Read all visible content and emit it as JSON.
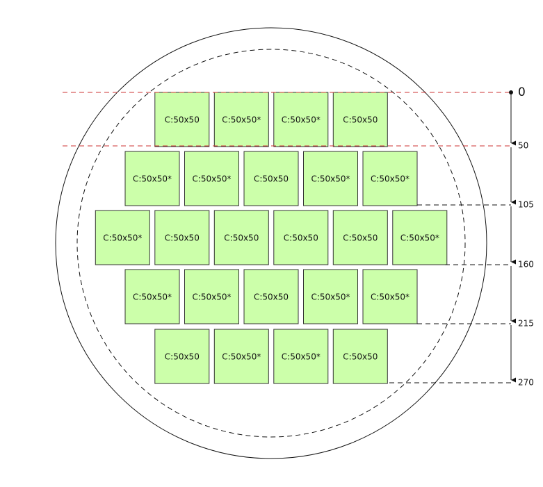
{
  "diagram": {
    "rows": [
      {
        "cells": [
          "C:50x50",
          "C:50x50*",
          "C:50x50*",
          "C:50x50"
        ]
      },
      {
        "cells": [
          "C:50x50*",
          "C:50x50*",
          "C:50x50",
          "C:50x50*",
          "C:50x50*"
        ]
      },
      {
        "cells": [
          "C:50x50*",
          "C:50x50",
          "C:50x50",
          "C:50x50",
          "C:50x50",
          "C:50x50*"
        ]
      },
      {
        "cells": [
          "C:50x50*",
          "C:50x50*",
          "C:50x50",
          "C:50x50*",
          "C:50x50*"
        ]
      },
      {
        "cells": [
          "C:50x50",
          "C:50x50*",
          "C:50x50*",
          "C:50x50"
        ]
      }
    ],
    "scale_marks": [
      "0",
      "50",
      "105",
      "160",
      "215",
      "270"
    ],
    "colors": {
      "cell_fill": "#ccffaa",
      "highlight_line": "#cc3333",
      "line": "#111111"
    }
  }
}
